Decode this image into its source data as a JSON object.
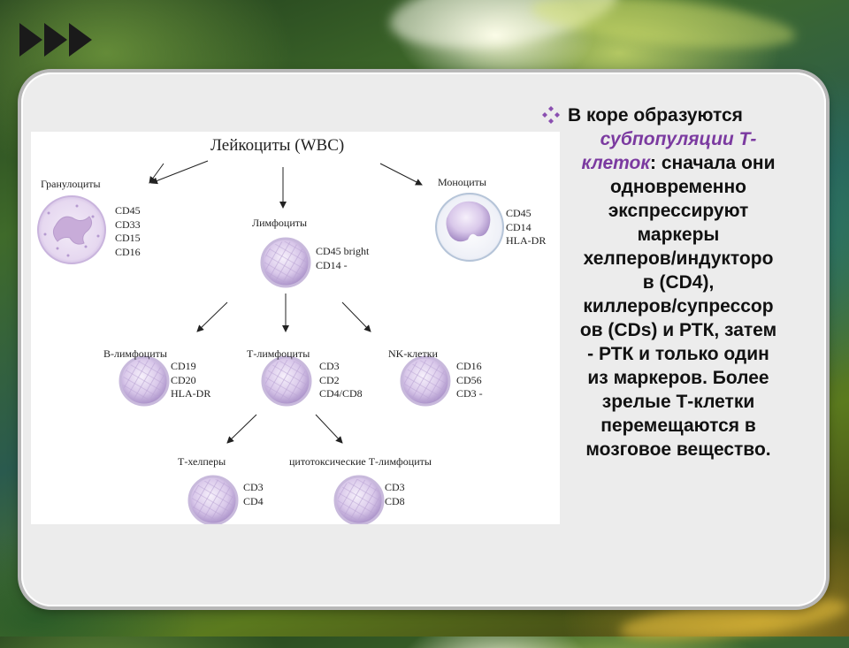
{
  "slide": {
    "bullet_lines": [
      {
        "parts": [
          {
            "text": "В коре образуются",
            "style": "plain"
          }
        ]
      },
      {
        "parts": [
          {
            "text": "субпопуляции Т-",
            "style": "em"
          }
        ]
      },
      {
        "parts": [
          {
            "text": "клеток",
            "style": "em"
          },
          {
            "text": ": сначала они",
            "style": "plain"
          }
        ]
      },
      {
        "parts": [
          {
            "text": "одновременно",
            "style": "plain"
          }
        ]
      },
      {
        "parts": [
          {
            "text": "экспрессируют",
            "style": "plain"
          }
        ]
      },
      {
        "parts": [
          {
            "text": "маркеры",
            "style": "plain"
          }
        ]
      },
      {
        "parts": [
          {
            "text": "хелперов/индукторо",
            "style": "plain"
          }
        ]
      },
      {
        "parts": [
          {
            "text": "в (CD4),",
            "style": "plain"
          }
        ]
      },
      {
        "parts": [
          {
            "text": "киллеров/супрессор",
            "style": "plain"
          }
        ]
      },
      {
        "parts": [
          {
            "text": "ов (CDs) и РТК, затем",
            "style": "plain"
          }
        ]
      },
      {
        "parts": [
          {
            "text": "- РТК и только один",
            "style": "plain"
          }
        ]
      },
      {
        "parts": [
          {
            "text": "из маркеров. Более",
            "style": "plain"
          }
        ]
      },
      {
        "parts": [
          {
            "text": "зрелые Т-клетки",
            "style": "plain"
          }
        ]
      },
      {
        "parts": [
          {
            "text": "перемещаются в",
            "style": "plain"
          }
        ]
      },
      {
        "parts": [
          {
            "text": "мозговое вещество.",
            "style": "plain"
          }
        ]
      }
    ],
    "colors": {
      "emphasis": "#7b3aa0",
      "bullet": "#8a4fb0",
      "text": "#111111"
    }
  },
  "diagram": {
    "title": "Лейкоциты (WBC)",
    "nodes": {
      "granulocytes": {
        "label": "Гранулоциты",
        "markers": [
          "CD45",
          "CD33",
          "CD15",
          "CD16"
        ]
      },
      "monocytes": {
        "label": "Моноциты",
        "markers": [
          "CD45",
          "CD14",
          "HLA-DR"
        ]
      },
      "lymphocytes": {
        "label": "Лимфоциты",
        "markers": [
          "CD45 bright",
          "CD14 -"
        ]
      },
      "b_lymphocytes": {
        "label": "B-лимфоциты",
        "markers": [
          "CD19",
          "CD20",
          "HLA-DR"
        ]
      },
      "t_lymphocytes": {
        "label": "Т-лимфоциты",
        "markers": [
          "CD3",
          "CD2",
          "CD4/CD8"
        ]
      },
      "nk_cells": {
        "label": "NK-клетки",
        "markers": [
          "CD16",
          "CD56",
          "CD3 -"
        ]
      },
      "t_helpers": {
        "label": "Т-хелперы",
        "markers": [
          "CD3",
          "CD4"
        ]
      },
      "cytotoxic_t": {
        "label": "цитотоксические Т-лимфоциты",
        "markers": [
          "CD3",
          "CD8"
        ]
      }
    }
  }
}
